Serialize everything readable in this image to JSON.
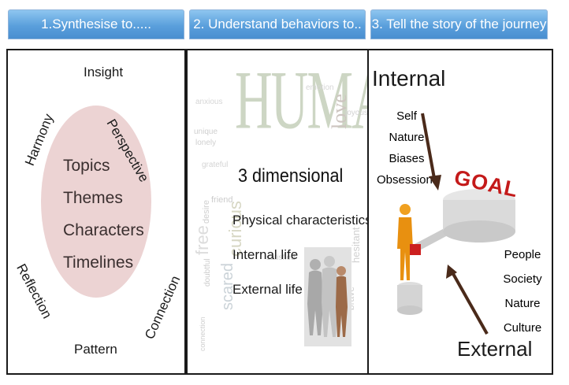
{
  "tabs": [
    {
      "label": "1.Synthesise to....."
    },
    {
      "label": "2. Understand behaviors to.."
    },
    {
      "label": "3. Tell the story of the journey"
    }
  ],
  "panel1": {
    "circle_items": [
      "Topics",
      "Themes",
      "Characters",
      "Timelines"
    ],
    "around": {
      "insight": "Insight",
      "perspective": "Perspective",
      "harmony": "Harmony",
      "reflection": "Reflection",
      "connection": "Connection",
      "pattern": "Pattern"
    },
    "circle_color": "#ecd3d3"
  },
  "panel2": {
    "cloud_big": "HUMAN",
    "cloud_love": "love",
    "cloud_words": [
      "curious",
      "free",
      "scared",
      "desire",
      "unique",
      "satisfied",
      "grateful",
      "hesitant",
      "anxious",
      "joyous",
      "connection",
      "friend",
      "emotion",
      "lonely",
      "doubtful",
      "brave"
    ],
    "heading": "3 dimensional",
    "items": [
      "Physical characteristics",
      "Internal life",
      "External life"
    ]
  },
  "panel3": {
    "internal": "Internal",
    "internal_items": [
      "Self",
      "Nature",
      "Biases",
      "Obsessions"
    ],
    "goal": "GOAL",
    "external_items": [
      "People",
      "Society",
      "Nature",
      "Culture"
    ],
    "external": "External"
  }
}
